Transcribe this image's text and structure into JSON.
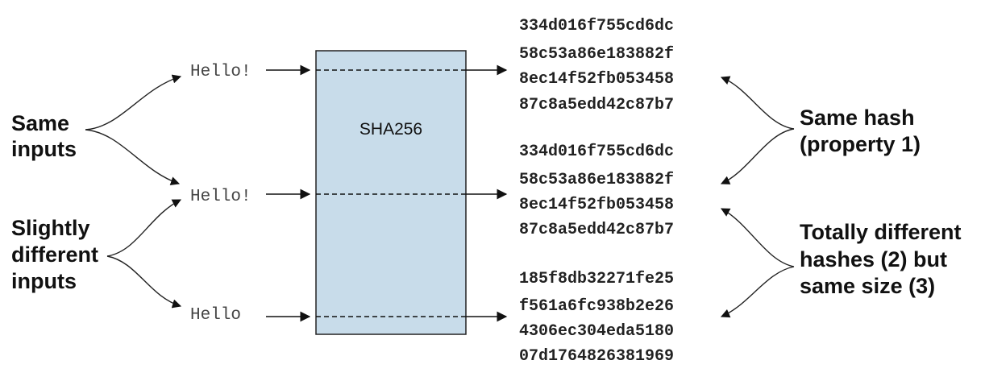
{
  "function": {
    "name": "SHA256",
    "fill": "#c8dcea",
    "stroke": "#222222"
  },
  "left_labels": {
    "same_inputs": [
      "Same",
      "inputs"
    ],
    "slightly_different": [
      "Slightly",
      "different",
      "inputs"
    ]
  },
  "inputs": [
    "Hello!",
    "Hello!",
    "Hello"
  ],
  "hashes": [
    [
      "334d016f755cd6dc",
      "58c53a86e183882f",
      "8ec14f52fb053458",
      "87c8a5edd42c87b7"
    ],
    [
      "334d016f755cd6dc",
      "58c53a86e183882f",
      "8ec14f52fb053458",
      "87c8a5edd42c87b7"
    ],
    [
      "185f8db32271fe25",
      "f561a6fc938b2e26",
      "4306ec304eda5180",
      "07d1764826381969"
    ]
  ],
  "right_labels": {
    "same_hash": [
      "Same hash",
      "(property 1)"
    ],
    "different_hashes": [
      "Totally different",
      "hashes (2) but",
      "same size (3)"
    ]
  }
}
